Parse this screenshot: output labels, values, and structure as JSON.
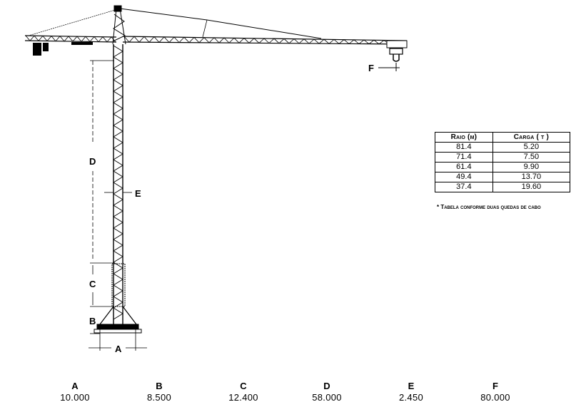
{
  "drawing": {
    "labels": {
      "a": "A",
      "b": "B",
      "c": "C",
      "d": "D",
      "e": "E",
      "f": "F"
    }
  },
  "load_table": {
    "headers": [
      "Raio (m)",
      "Carga ( t )"
    ],
    "rows": [
      [
        "81.4",
        "5.20"
      ],
      [
        "71.4",
        "7.50"
      ],
      [
        "61.4",
        "9.90"
      ],
      [
        "49.4",
        "13.70"
      ],
      [
        "37.4",
        "19.60"
      ]
    ],
    "note": "* Tabela conforme duas quedas de cabo"
  },
  "dimensions": [
    {
      "label": "A",
      "value": "10.000"
    },
    {
      "label": "B",
      "value": "8.500"
    },
    {
      "label": "C",
      "value": "12.400"
    },
    {
      "label": "D",
      "value": "58.000"
    },
    {
      "label": "E",
      "value": "2.450"
    },
    {
      "label": "F",
      "value": "80.000"
    }
  ]
}
